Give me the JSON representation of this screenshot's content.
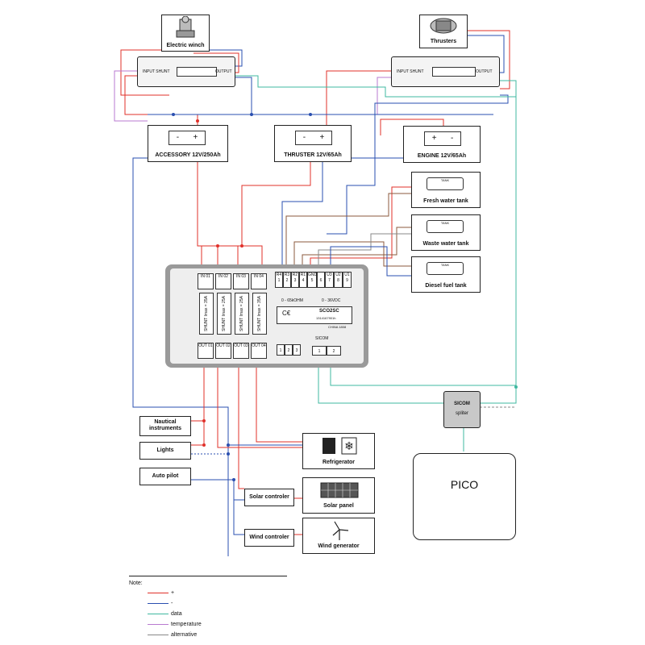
{
  "devices": {
    "electric_winch": "Electric winch",
    "thrusters": "Thrusters",
    "pico": "PICO",
    "sicom": "SICOM",
    "sicom_sub": "spliter"
  },
  "batteries": {
    "accessory": "ACCESSORY 12V/250Ah",
    "thruster": "THRUSTER 12V/65Ah",
    "engine": "ENGINE 12V/65Ah"
  },
  "tanks": {
    "fresh": "Fresh water tank",
    "waste": "Waste water tank",
    "diesel": "Diesel fuel tank",
    "tank_icon_label": "TANK"
  },
  "loads": {
    "nautical": "Nautical instruments",
    "lights": "Lights",
    "autopilot": "Auto pilot",
    "refrigerator": "Refrigerator",
    "solar_controller": "Solar controler",
    "solar_panel": "Solar panel",
    "wind_controller": "Wind controler",
    "wind_generator": "Wind generator"
  },
  "sco": {
    "inputs": [
      "IN 01",
      "IN 02",
      "IN 03",
      "IN 04"
    ],
    "outputs": [
      "OUT 01",
      "OUT 02",
      "OUT 03",
      "OUT 04"
    ],
    "shunts": [
      "SHUNT Imax = 35A",
      "SHUNT Imax = 25A",
      "SHUNT Imax = 25A",
      "SHUNT Imax = 35A"
    ],
    "terminals_top": [
      "R4",
      "R3",
      "R2",
      "R1",
      "GND",
      "U3",
      "U2",
      "U1"
    ],
    "terminals_num": [
      "1",
      "2",
      "3",
      "4",
      "5",
      "6",
      "7",
      "8",
      "9"
    ],
    "range_r": "0 - 65kOHM",
    "range_u": "0 - 36VDC",
    "model": "SCO2SC",
    "serial": "1314167901h",
    "origin": "CHINA 1808",
    "sicom_label": "SICOM",
    "sicom_terms": [
      "1",
      "2"
    ],
    "relay_terms": [
      "1",
      "2",
      "3"
    ]
  },
  "shunt_box": {
    "input": "INPUT SHUNT",
    "output": "OUTPUT"
  },
  "legend": {
    "title": "Note:",
    "items": [
      {
        "label": "+",
        "color": "#e0302a"
      },
      {
        "label": "-",
        "color": "#2a4fb0"
      },
      {
        "label": "data",
        "color": "#3fb8a0"
      },
      {
        "label": "temperature",
        "color": "#b87ad0"
      },
      {
        "label": "alternative",
        "color": "#888888"
      }
    ]
  }
}
